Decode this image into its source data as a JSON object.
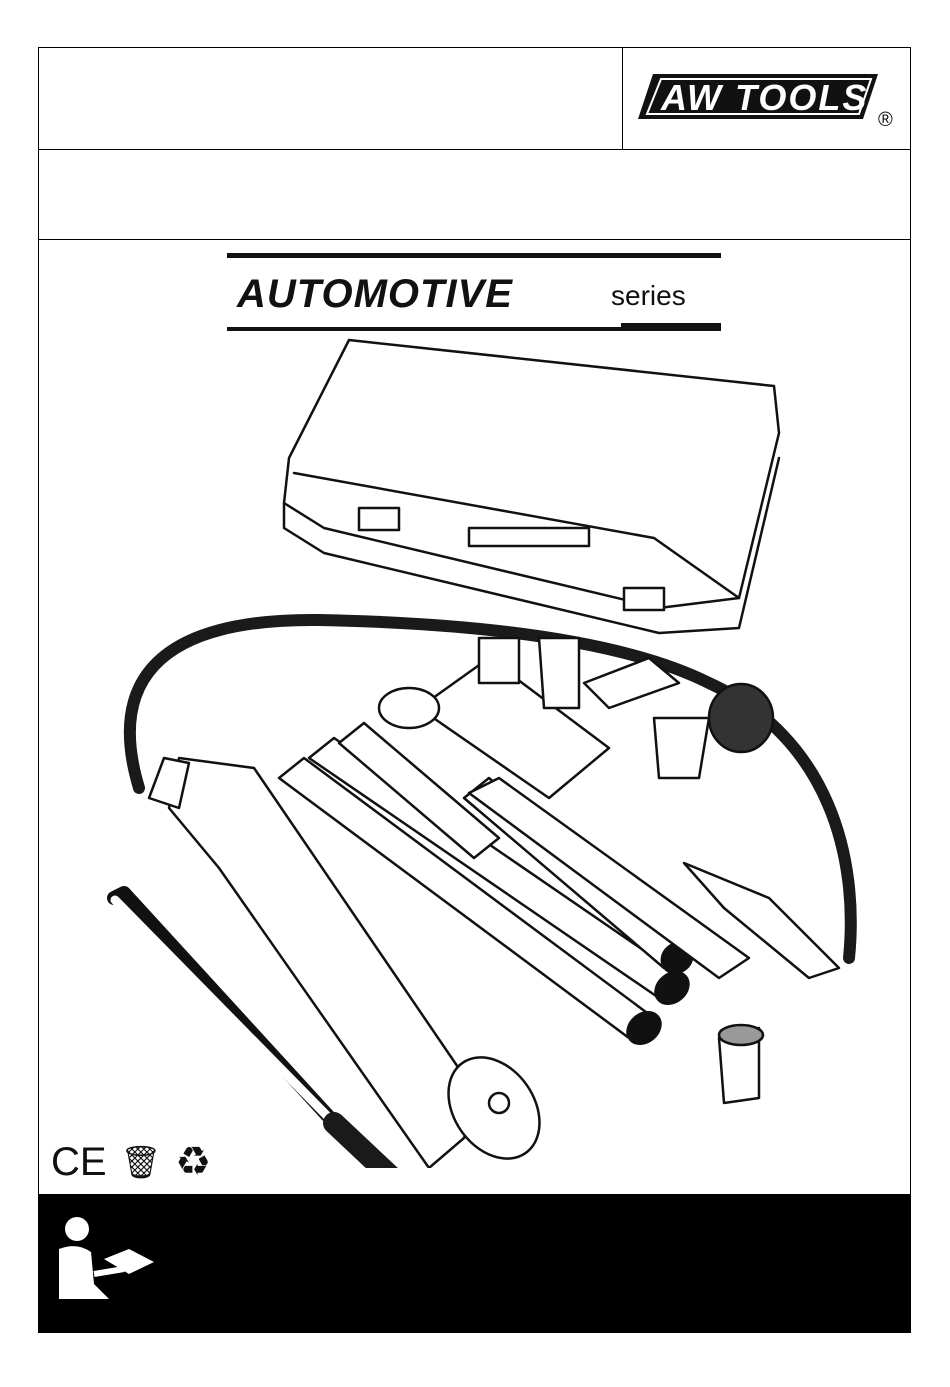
{
  "brand": {
    "logo_text": "AW TOOLS",
    "registered": "®"
  },
  "series": {
    "main": "AUTOMOTIVE",
    "sub": "series"
  },
  "certifications": [
    {
      "icon": "ce-mark-icon",
      "glyph": "CE"
    },
    {
      "icon": "weee-bin-icon",
      "glyph": "🗑"
    },
    {
      "icon": "recycle-icon",
      "glyph": "♻"
    }
  ],
  "footer": {
    "icon": "read-manual-icon"
  },
  "colors": {
    "border": "#000000",
    "footer_bg": "#000000",
    "line_art": "#111111",
    "hose": "#1a1a1a"
  }
}
